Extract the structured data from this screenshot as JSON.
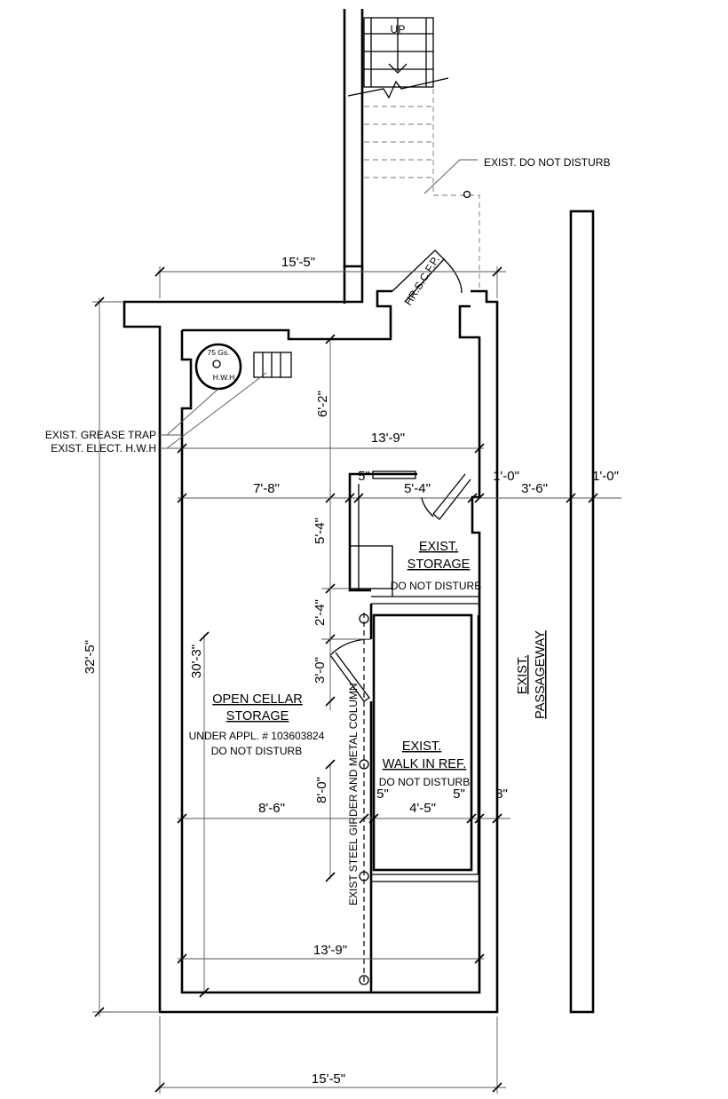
{
  "dimensions": {
    "top_width": "15'-5\"",
    "bottom_width": "15'-5\"",
    "overall_height": "32'-5\"",
    "cellar_height": "30'-3\"",
    "upper_height": "6'-2\"",
    "width_upper": "13'-9\"",
    "width_lower": "13'-9\"",
    "left_to_storage": "7'-8\"",
    "storage_wall_a": "5\"",
    "storage_opening": "5'-4\"",
    "storage_wall_b": "1'-0\"",
    "passage_gap": "3'-6\"",
    "passage_wall": "1'-0\"",
    "storage_height": "5'-4\"",
    "door_offset": "2'-4\"",
    "door_width": "3'-0\"",
    "girder_span": "8'-0\"",
    "left_to_girder": "8'-6\"",
    "ref_wall_left": "5\"",
    "ref_interior": "4'-5\"",
    "ref_wall_right": "5\"",
    "exterior_wall": "8\""
  },
  "labels": {
    "stair_up": "UP",
    "exist_do_not_disturb": "EXIST. DO NOT DISTURB",
    "fire_door": "HR.S.C.F.P.",
    "grease_trap": "EXIST. GREASE TRAP",
    "elect_hwh": "EXIST. ELECT. H.W.H",
    "heater_capacity": "75 Gs.",
    "heater_tag": "H.W.H",
    "storage_line1": "EXIST.",
    "storage_line2": "STORAGE",
    "storage_note": "DO NOT DISTURB",
    "passage_line1": "EXIST.",
    "passage_line2": "PASSAGEWAY",
    "cellar_line1": "OPEN CELLAR",
    "cellar_line2": "STORAGE",
    "cellar_appl": "UNDER APPL. # 103603824",
    "cellar_note": "DO NOT DISTURB",
    "girder": "EXIST STEEL GIRDER AND METAL COLUMN",
    "ref_line1": "EXIST.",
    "ref_line2": "WALK IN REF.",
    "ref_note": "DO NOT DISTURB"
  }
}
